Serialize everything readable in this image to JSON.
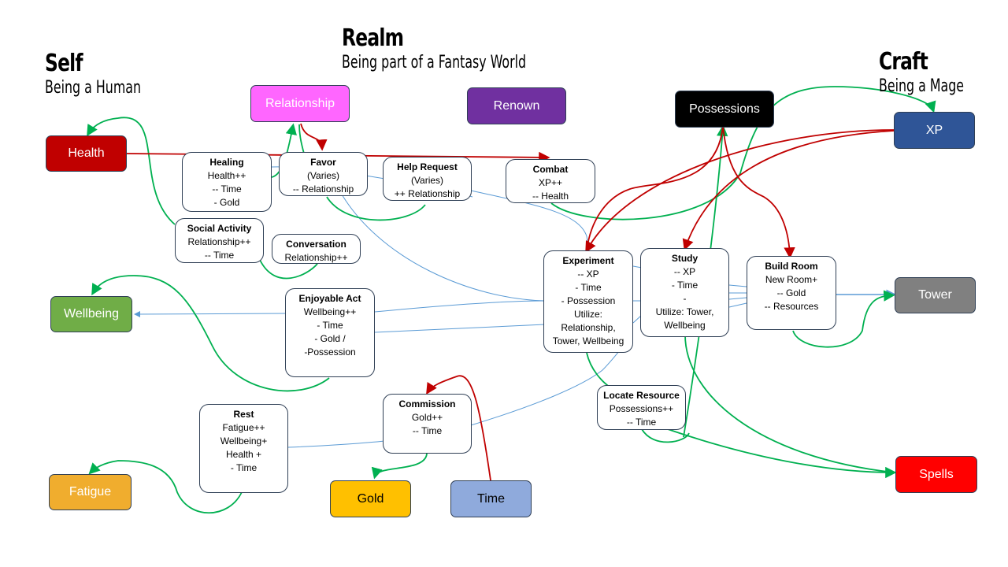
{
  "headings": {
    "self": {
      "title": "Self",
      "subtitle": "Being a Human"
    },
    "realm": {
      "title": "Realm",
      "subtitle": "Being part of a Fantasy World"
    },
    "craft": {
      "title": "Craft",
      "subtitle": "Being a Mage"
    }
  },
  "resources": {
    "health": {
      "label": "Health",
      "color": "#c00000"
    },
    "wellbeing": {
      "label": "Wellbeing",
      "color": "#70ad47"
    },
    "fatigue": {
      "label": "Fatigue",
      "color": "#f0ad2e"
    },
    "relationship": {
      "label": "Relationship",
      "color": "#ff66ff"
    },
    "renown": {
      "label": "Renown",
      "color": "#7030a0"
    },
    "possessions": {
      "label": "Possessions",
      "color": "#000000"
    },
    "gold": {
      "label": "Gold",
      "color": "#ffc000"
    },
    "time": {
      "label": "Time",
      "color": "#8faadc"
    },
    "xp": {
      "label": "XP",
      "color": "#2f5597"
    },
    "tower": {
      "label": "Tower",
      "color": "#808080"
    },
    "spells": {
      "label": "Spells",
      "color": "#ff0000"
    }
  },
  "activities": {
    "healing": {
      "name": "Healing",
      "lines": [
        "Health++",
        "-- Time",
        "- Gold"
      ]
    },
    "favor": {
      "name": "Favor",
      "lines": [
        "(Varies)",
        "-- Relationship"
      ]
    },
    "help_request": {
      "name": "Help Request",
      "lines": [
        "(Varies)",
        "++ Relationship"
      ]
    },
    "combat": {
      "name": "Combat",
      "lines": [
        "XP++",
        "-- Health"
      ]
    },
    "social_activity": {
      "name": "Social Activity",
      "lines": [
        "Relationship++",
        "-- Time"
      ]
    },
    "conversation": {
      "name": "Conversation",
      "lines": [
        "Relationship++"
      ]
    },
    "enjoyable_act": {
      "name": "Enjoyable Act",
      "lines": [
        "Wellbeing++",
        "- Time",
        "- Gold /",
        "-Possession"
      ]
    },
    "experiment": {
      "name": "Experiment",
      "lines": [
        "-- XP",
        "- Time",
        "- Possession",
        "Utilize:",
        "Relationship,",
        "Tower, Wellbeing"
      ]
    },
    "study": {
      "name": "Study",
      "lines": [
        "-- XP",
        "- Time",
        "-",
        "Utilize: Tower,",
        "Wellbeing"
      ]
    },
    "build_room": {
      "name": "Build Room",
      "lines": [
        "New Room+",
        "-- Gold",
        "-- Resources"
      ]
    },
    "rest": {
      "name": "Rest",
      "lines": [
        "Fatigue++",
        "Wellbeing+",
        "Health +",
        "- Time"
      ]
    },
    "commission": {
      "name": "Commission",
      "lines": [
        "Gold++",
        "-- Time"
      ]
    },
    "locate_resource": {
      "name": "Locate Resource",
      "lines": [
        "Possessions++",
        "-- Time"
      ]
    }
  },
  "edge_colors": {
    "gain": "#00b050",
    "cost": "#c00000",
    "utilize": "#5b9bd5"
  }
}
